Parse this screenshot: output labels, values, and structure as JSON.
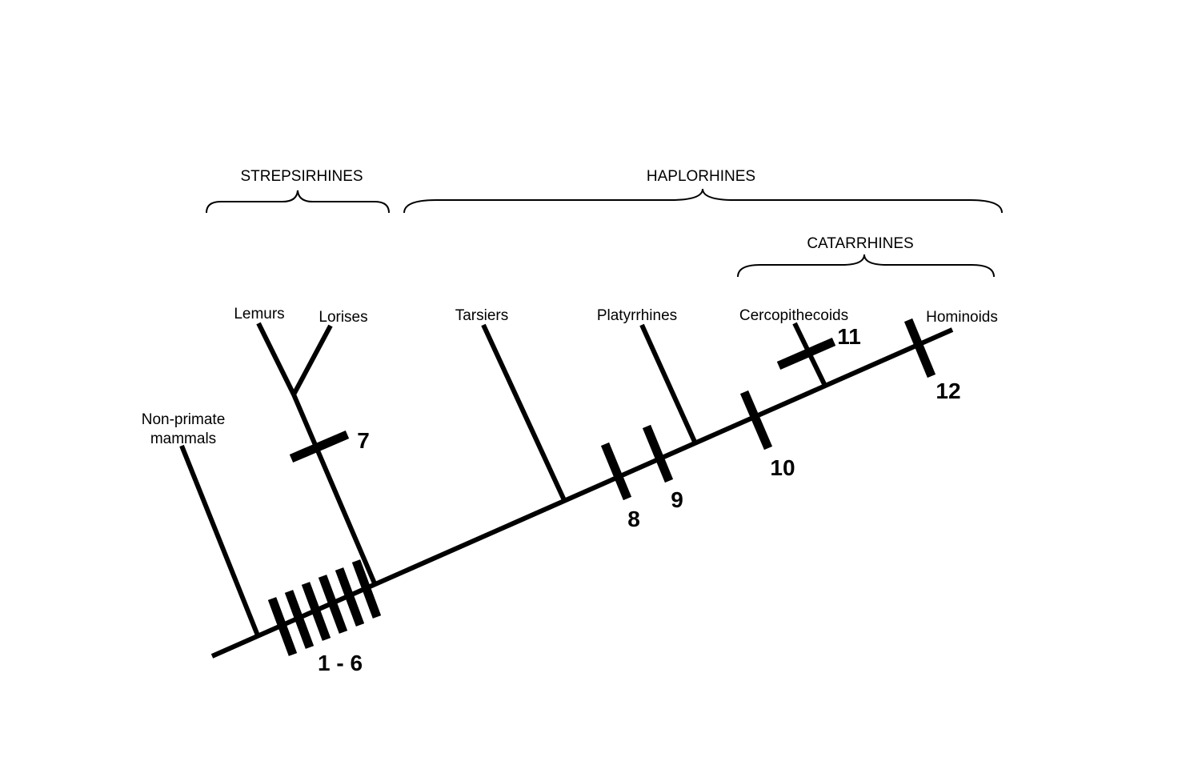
{
  "groups": {
    "strepsirhines": "STREPSIRHINES",
    "haplorhines": "HAPLORHINES",
    "catarrhines": "CATARRHINES"
  },
  "taxa": {
    "non_primate_line1": "Non-primate",
    "non_primate_line2": "mammals",
    "lemurs": "Lemurs",
    "lorises": "Lorises",
    "tarsiers": "Tarsiers",
    "platyrrhines": "Platyrrhines",
    "cercopithecoids": "Cercopithecoids",
    "hominoids": "Hominoids"
  },
  "characters": {
    "c1_6": "1 - 6",
    "c7": "7",
    "c8": "8",
    "c9": "9",
    "c10": "10",
    "c11": "11",
    "c12": "12"
  },
  "colors": {
    "ink": "#000000",
    "background": "#ffffff"
  }
}
